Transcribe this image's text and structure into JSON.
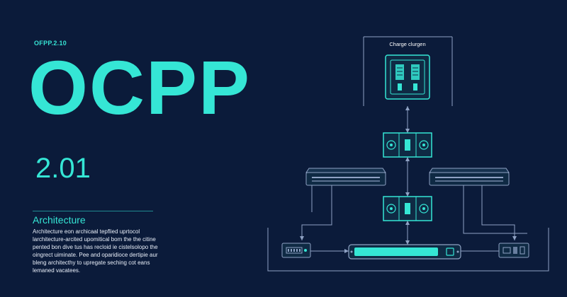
{
  "header": {
    "tag": "OFPP.2.10",
    "title": "OCPP",
    "version": "2.01"
  },
  "architecture": {
    "title": "Architecture",
    "lines": [
      "Architecture eon archicaal tepflied uprtocol",
      "larchitecture-arcited upomitical bom the the citine",
      "pented bon dive tus has recloid ie cistelsolopo the",
      "oingrect uiminate. Pee and oparidioce dertipie aur",
      "bleng architecthy to upregate seching cot eans",
      "lemaned vacatees."
    ]
  },
  "diagram": {
    "top_label": "Charge clurgen"
  },
  "colors": {
    "background": "#0b1b3a",
    "accent": "#35e6d5",
    "line": "#8fa2c4",
    "device_fill": "#0f2a44"
  }
}
